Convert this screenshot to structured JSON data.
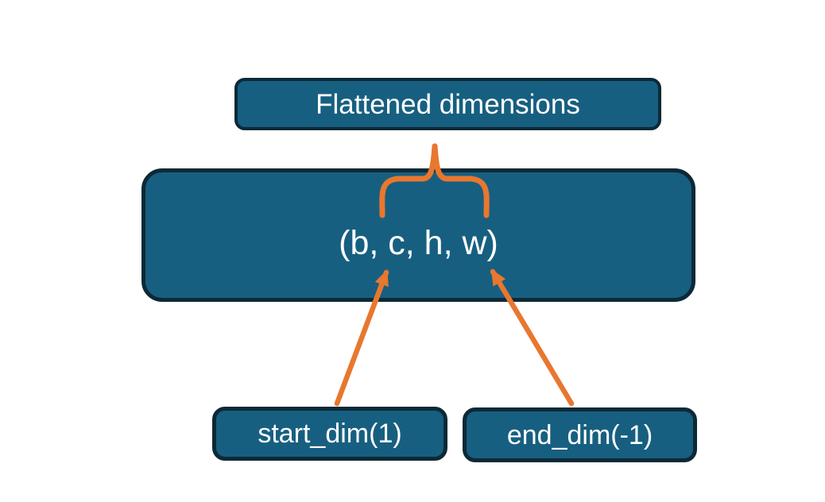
{
  "diagram": {
    "title_box": {
      "label": "Flattened dimensions"
    },
    "tensor_box": {
      "label": "(b, c, h, w)"
    },
    "start_dim_box": {
      "label": "start_dim(1)"
    },
    "end_dim_box": {
      "label": "end_dim(-1)"
    },
    "annotations": {
      "brace": "curly-brace-grouping-flattened-dims",
      "start_dim_arrow": "arrow-from-start_dim(1)-to-c",
      "end_dim_arrow": "arrow-from-end_dim(-1)-to-w"
    },
    "colors": {
      "box_fill": "#175F80",
      "box_border": "#0D2936",
      "accent_orange": "#E8772F",
      "text": "#FFFFFF",
      "background": "#FFFFFF"
    }
  }
}
